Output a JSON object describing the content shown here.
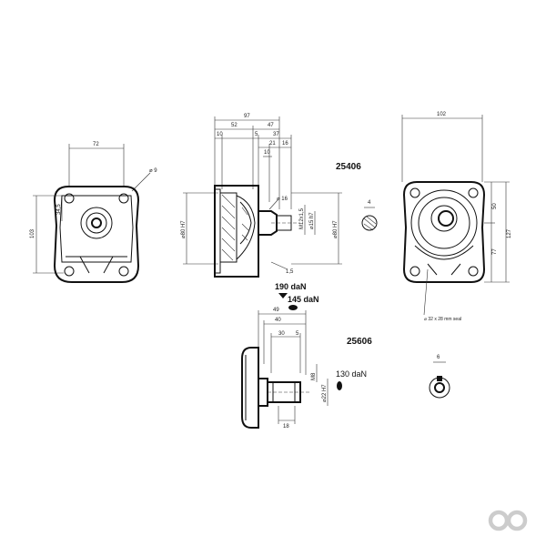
{
  "references": {
    "upper": "25406",
    "lower": "25606"
  },
  "forces": {
    "f1": "190 daN",
    "f2": "145 daN",
    "f3": "130 daN"
  },
  "front_view_left": {
    "width": "72",
    "hole": "⌀ 9",
    "height_total": "103",
    "height_half": "34,5"
  },
  "side_view_upper": {
    "overall": "97",
    "a": "52",
    "b": "47",
    "c": "10",
    "d": "5",
    "e": "37",
    "f": "21",
    "g": "16",
    "h": "10",
    "pilot": "⌀80 H7",
    "shaft_dia": "⌀15 h7",
    "thread": "M12x1,5",
    "cone": "⌀ 16",
    "chamfer": "1,5"
  },
  "key_section": {
    "width": "4"
  },
  "front_view_right": {
    "width": "102",
    "h_upper": "50",
    "h_lower": "77",
    "h_total": "127",
    "note": "⌀ 32 x 28 mm seal"
  },
  "side_view_lower": {
    "overall": "49",
    "a": "40",
    "b": "30",
    "c": "5",
    "thread": "M8",
    "shaft": "⌀22 H7",
    "bottom": "18"
  },
  "shaft_end": {
    "width": "6"
  },
  "brand": {
    "logo_icon": "double-ring-logo"
  }
}
